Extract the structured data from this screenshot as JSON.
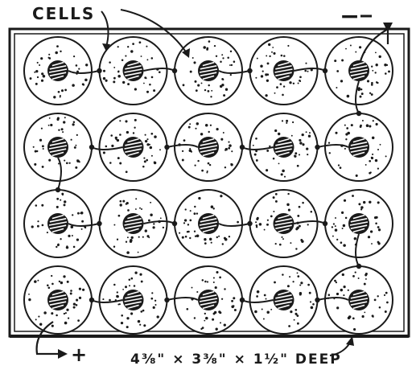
{
  "labels": {
    "cells": "CELLS",
    "negative": "−",
    "positive": "+",
    "dimensions": "4⅜\" × 3⅜\" × 1½\" DEEP"
  },
  "grid": {
    "rows": 4,
    "columns": 5,
    "cell_count": 20
  },
  "colors": {
    "ink": "#1a1a1a",
    "paper": "#ffffff"
  }
}
